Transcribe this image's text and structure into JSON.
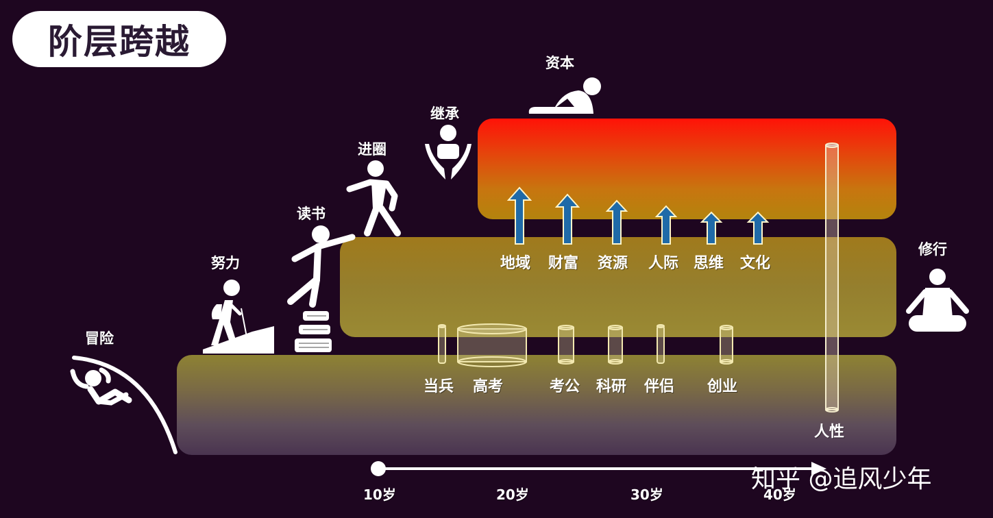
{
  "title": "阶层跨越",
  "colors": {
    "background": "#1e0620",
    "band_top_start": "#ff1208",
    "band_top_end": "#b3840e",
    "band_mid": "#957f2e",
    "band_bot_start": "#8e8233",
    "band_bot_end": "#4a3450",
    "arrow_fill": "#1f6aa8",
    "arrow_outline": "#fff6cc"
  },
  "figures": {
    "adventure": "冒险",
    "effort": "努力",
    "reading": "读书",
    "join_circle": "进圈",
    "inherit": "继承",
    "capital": "资本",
    "cultivate": "修行"
  },
  "arrows": [
    {
      "label": "地域"
    },
    {
      "label": "财富"
    },
    {
      "label": "资源"
    },
    {
      "label": "人际"
    },
    {
      "label": "思维"
    },
    {
      "label": "文化"
    }
  ],
  "pillars": [
    {
      "label": "当兵"
    },
    {
      "label": "高考"
    },
    {
      "label": "考公"
    },
    {
      "label": "科研"
    },
    {
      "label": "伴侣"
    },
    {
      "label": "创业"
    }
  ],
  "human_nature": "人性",
  "timeline": {
    "ticks": [
      "10岁",
      "20岁",
      "30岁",
      "40岁"
    ]
  },
  "watermark": "知乎 @追风少年"
}
